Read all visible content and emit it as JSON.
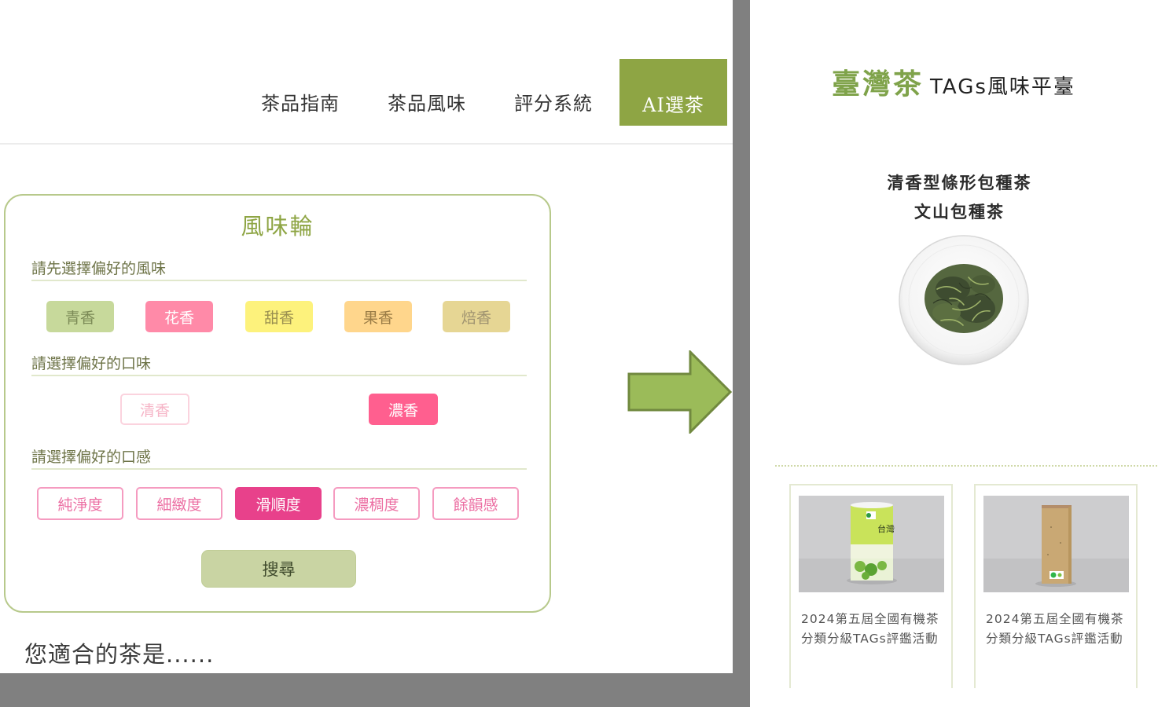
{
  "left_page": {
    "nav": {
      "items": [
        {
          "label": "茶品指南",
          "active": false
        },
        {
          "label": "茶品風味",
          "active": false
        },
        {
          "label": "評分系統",
          "active": false
        },
        {
          "label": "AI選茶",
          "active": true
        }
      ],
      "active_color": "#8ea544"
    },
    "flavor_wheel": {
      "title": "風味輪",
      "aroma_section": {
        "label": "請先選擇偏好的風味",
        "options": [
          {
            "label": "青香",
            "color": "#c7d99b",
            "selected": false
          },
          {
            "label": "花香",
            "color": "#ff8aa8",
            "selected": true
          },
          {
            "label": "甜香",
            "color": "#fdf27c",
            "selected": false
          },
          {
            "label": "果香",
            "color": "#ffd68c",
            "selected": false
          },
          {
            "label": "焙香",
            "color": "#e6d694",
            "selected": false
          }
        ]
      },
      "taste_section": {
        "label": "請選擇偏好的口味",
        "options": [
          {
            "label": "清香",
            "selected": false
          },
          {
            "label": "濃香",
            "selected": true
          }
        ]
      },
      "texture_section": {
        "label": "請選擇偏好的口感",
        "options": [
          {
            "label": "純淨度",
            "selected": false
          },
          {
            "label": "細緻度",
            "selected": false
          },
          {
            "label": "滑順度",
            "selected": true
          },
          {
            "label": "濃稠度",
            "selected": false
          },
          {
            "label": "餘韻感",
            "selected": false
          }
        ]
      },
      "search_button": "搜尋"
    },
    "result_heading": "您適合的茶是......"
  },
  "arrow": {
    "icon": "right-arrow-icon",
    "fill": "#9bbb59",
    "stroke": "#71893f"
  },
  "right_page": {
    "brand": {
      "green_text": "臺灣茶",
      "dark_text": "TAGs風味平臺"
    },
    "result": {
      "category": "清香型條形包種茶",
      "name": "文山包種茶"
    },
    "news_cards": [
      {
        "title": "2024第五屆全國有機茶分類分級TAGs評鑑活動",
        "image": "green-tea-can"
      },
      {
        "title": "2024第五屆全國有機茶分類分級TAGs評鑑活動",
        "image": "kraft-tea-box"
      }
    ]
  }
}
